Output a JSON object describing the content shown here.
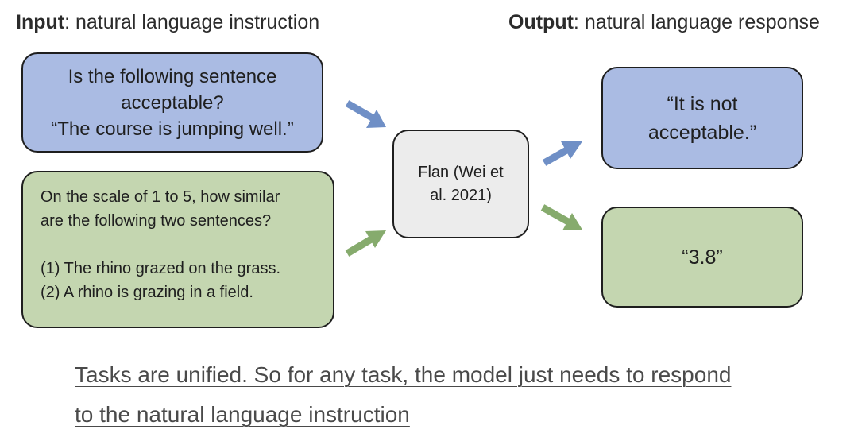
{
  "header": {
    "input_bold": "Input",
    "input_rest": ": natural language instruction",
    "output_bold": "Output",
    "output_rest": ": natural language response"
  },
  "inputs": {
    "acceptability": {
      "lines": [
        "Is the following sentence",
        "acceptable?",
        "“The course is jumping well.”"
      ]
    },
    "similarity": {
      "lines": [
        "On the scale of 1 to 5, how similar",
        "are the following two sentences?"
      ],
      "items": [
        "(1) The rhino grazed on the grass.",
        "(2) A rhino is grazing in a field."
      ]
    }
  },
  "model": {
    "lines": [
      "Flan (Wei et",
      "al. 2021)"
    ]
  },
  "outputs": {
    "acceptability": {
      "lines": [
        "“It is not",
        "acceptable.”"
      ]
    },
    "similarity": {
      "lines": [
        "“3.8”"
      ]
    }
  },
  "caption": {
    "lines": [
      "Tasks are unified. So for any task, the model just needs to respond",
      "to the natural language instruction"
    ]
  },
  "colors": {
    "blue_box": "#aabbe3",
    "green_box": "#c4d6b0",
    "model_box": "#ececec",
    "blue_arrow": "#6f8fc6",
    "green_arrow": "#86ab6d"
  }
}
